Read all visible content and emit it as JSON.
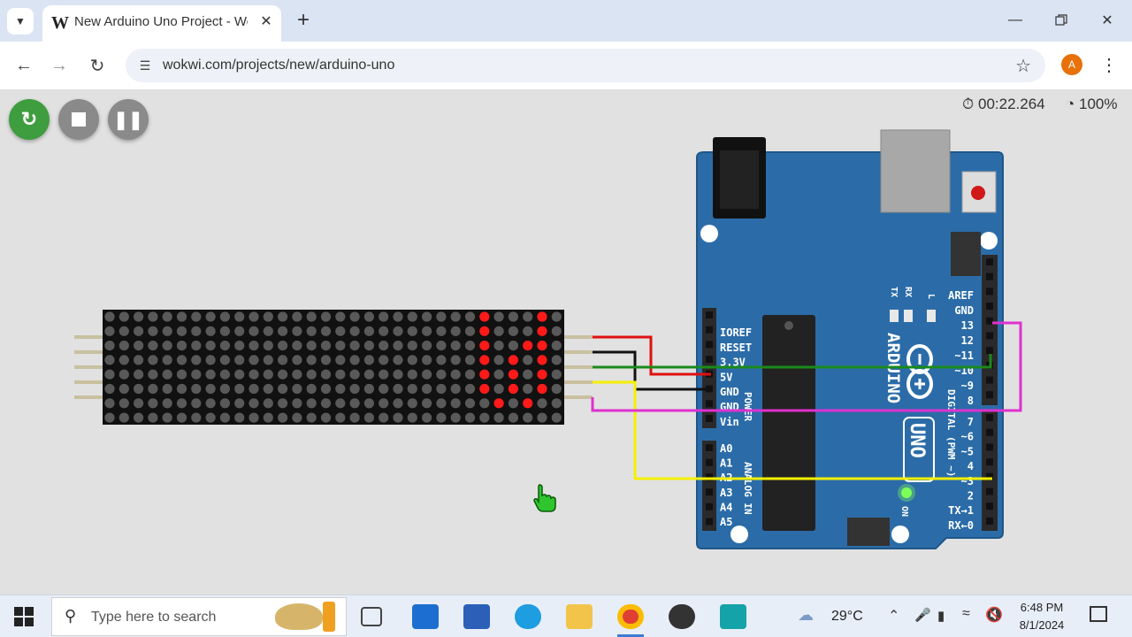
{
  "browser": {
    "tab_title": "New Arduino Uno Project - Wokwi",
    "favicon_letter": "W",
    "url": "wokwi.com/projects/new/arduino-uno",
    "profile_initial": "A"
  },
  "simulator": {
    "timer": "00:22.264",
    "speed": "100%",
    "matrix": {
      "rows": 8,
      "cols": 32,
      "lit": [
        [
          0,
          26
        ],
        [
          0,
          30
        ],
        [
          1,
          26
        ],
        [
          1,
          30
        ],
        [
          2,
          26
        ],
        [
          2,
          29
        ],
        [
          2,
          30
        ],
        [
          3,
          26
        ],
        [
          3,
          28
        ],
        [
          3,
          30
        ],
        [
          4,
          26
        ],
        [
          4,
          28
        ],
        [
          4,
          30
        ],
        [
          5,
          26
        ],
        [
          5,
          28
        ],
        [
          5,
          30
        ],
        [
          6,
          27
        ],
        [
          6,
          29
        ]
      ],
      "led_on_color": "#ff1a1a",
      "led_off_color": "#595959"
    },
    "board": {
      "brand": "ARDUINO",
      "model": "UNO",
      "on_label": "ON",
      "power_header_title": "POWER",
      "analog_header_title": "ANALOG IN",
      "digital_header_title": "DIGITAL (PWM ~)",
      "power_pins": [
        "IOREF",
        "RESET",
        "3.3V",
        "5V",
        "GND",
        "GND",
        "Vin"
      ],
      "analog_pins": [
        "A0",
        "A1",
        "A2",
        "A3",
        "A4",
        "A5"
      ],
      "digital_pins_top": [
        "AREF",
        "GND",
        "13",
        "12",
        "~11",
        "~10",
        "~9",
        "8"
      ],
      "digital_pins_bottom": [
        "7",
        "~6",
        "~5",
        "4",
        "~3",
        "2",
        "TX→1",
        "RX←0"
      ],
      "led_labels": [
        "TX",
        "RX",
        "L"
      ],
      "board_color": "#2b6ca8"
    },
    "wire_colors": {
      "red": "#e01010",
      "black": "#111111",
      "green": "#1a8a1a",
      "yellow": "#f5f000",
      "magenta": "#e030d0"
    }
  },
  "taskbar": {
    "search_placeholder": "Type here to search",
    "weather": "29°C",
    "time": "6:48 PM",
    "date": "8/1/2024"
  }
}
